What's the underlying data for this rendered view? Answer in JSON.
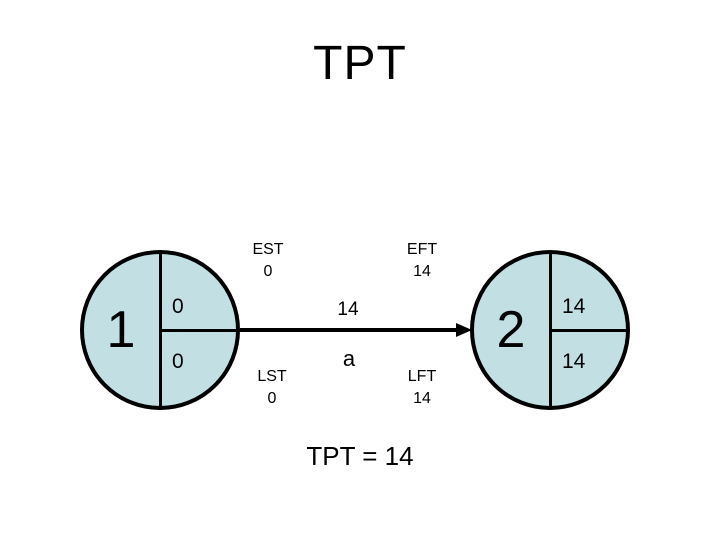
{
  "slide": {
    "title": "TPT",
    "footer": "TPT = 14"
  },
  "colors": {
    "node_fill": "#c2e0e4",
    "line": "#000000",
    "text": "#000000",
    "background": "#ffffff"
  },
  "nodes": [
    {
      "id": "1",
      "early_value": "0",
      "late_value": "0"
    },
    {
      "id": "2",
      "early_value": "14",
      "late_value": "14"
    }
  ],
  "activity": {
    "duration": "14",
    "name": "a"
  },
  "annotations": {
    "est": {
      "label": "EST",
      "value": "0"
    },
    "eft": {
      "label": "EFT",
      "value": "14"
    },
    "lst": {
      "label": "LST",
      "value": "0"
    },
    "lft": {
      "label": "LFT",
      "value": "14"
    }
  }
}
